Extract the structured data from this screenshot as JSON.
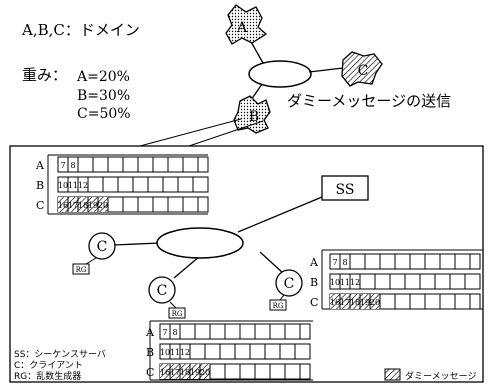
{
  "header": {
    "domains_label": "A,B,C：ドメイン",
    "weights_label": "重み：",
    "weights": [
      "A=20%",
      "B=30%",
      "C=50%"
    ],
    "dummy_send_label": "ダミーメッセージの送信"
  },
  "top_nodes": {
    "a": "A",
    "b": "B",
    "c": "C"
  },
  "detail": {
    "ss_label": "SS",
    "client_label": "C",
    "rg_label": "RG",
    "rows": {
      "a": "A",
      "b": "B",
      "c": "C"
    },
    "row_a_cells": [
      "7",
      "8"
    ],
    "row_b_cells": [
      "10",
      "11",
      "12"
    ],
    "row_c_cells": [
      "16",
      "17",
      "18",
      "19",
      "20"
    ]
  },
  "legend": {
    "ss": "SS：シーケンスサーバ",
    "client": "C：クライアント",
    "rg": "RG：乱数生成器",
    "dummy": "ダミーメッセージ"
  }
}
